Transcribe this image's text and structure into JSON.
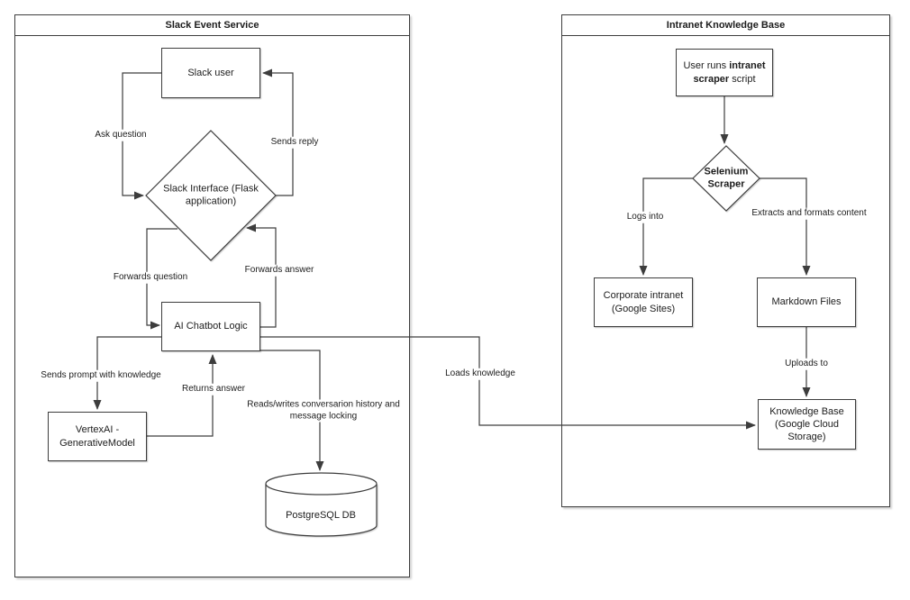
{
  "canvas": {
    "background": "#ffffff",
    "line_color": "#3d3d3d",
    "text_color": "#1c1c1c"
  },
  "left_container": {
    "title": "Slack Event Service",
    "nodes": {
      "slack_user": "Slack user",
      "slack_interface": "Slack Interface (Flask application)",
      "ai_chatbot": "AI Chatbot Logic",
      "vertexai": "VertexAI - GenerativeModel",
      "postgres": "PostgreSQL DB"
    },
    "edges": {
      "ask_question": "Ask question",
      "sends_reply": "Sends reply",
      "forwards_question": "Forwards question",
      "forwards_answer": "Forwards answer",
      "sends_prompt": "Sends prompt with knowledge",
      "returns_answer": "Returns answer",
      "reads_writes": "Reads/writes conversarion history and message locking"
    }
  },
  "cross_edges": {
    "loads_knowledge": "Loads knowledge"
  },
  "right_container": {
    "title": "Intranet Knowledge Base",
    "nodes": {
      "user_runs_pre": "User runs ",
      "user_runs_bold": "intranet scraper",
      "user_runs_post": " script",
      "selenium": "Selenium Scraper",
      "corporate_intranet": "Corporate intranet (Google Sites)",
      "markdown_files": "Markdown Files",
      "knowledge_base": "Knowledge Base (Google Cloud Storage)"
    },
    "edges": {
      "logs_into": "Logs into",
      "extracts": "Extracts and formats content",
      "uploads_to": "Uploads to"
    }
  }
}
